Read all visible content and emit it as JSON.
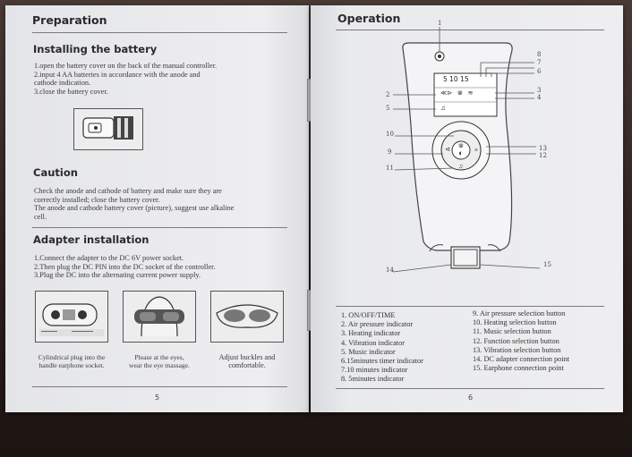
{
  "left_page": {
    "title": "Preparation",
    "battery": {
      "heading": "Installing the battery",
      "lines": [
        "1.open the battery cover on the back of the manual controller.",
        "2.input 4 AA batteries in accordance with the anode and",
        "cathode indication.",
        "3.close the battery cover."
      ]
    },
    "caution": {
      "heading": "Caution",
      "lines": [
        "Check the anode and cathode of battery and make sure they are",
        "correctly installed; close the battery cover.",
        "The anode and cathode battery cover (picture), suggest use alkaline",
        "cell."
      ]
    },
    "adapter": {
      "heading": "Adapter installation",
      "lines": [
        "1.Connect the adapter to the DC 6V power socket.",
        "2.Then plug the DC PIN into the DC socket of the controller.",
        "3.Plug the DC into the alternating current power supply."
      ],
      "captions": [
        [
          "Cylindrical plug into the",
          "handle earphone socket."
        ],
        [
          "Please at the eyes,",
          "wear the eye massage."
        ],
        [
          "Adjust buckles and",
          "comfortable."
        ]
      ]
    },
    "page_number": "5"
  },
  "right_page": {
    "title": "Operation",
    "device": {
      "display_numbers": "5  10  15",
      "callouts": [
        "1",
        "2",
        "3",
        "4",
        "5",
        "6",
        "7",
        "8",
        "9",
        "10",
        "11",
        "12",
        "13",
        "14",
        "15"
      ]
    },
    "legend_left": [
      "1. ON/OFF/TIME",
      "2. Air pressure indicator",
      "3. Heating indicator",
      "4. Vibration indicator",
      "5. Music indicator",
      "6.15minutes timer indicator",
      "7.10 minutes indicator",
      "8. 5minutes indicator"
    ],
    "legend_right": [
      "9. Air pressure selection button",
      "10. Heating selection button",
      "11. Music selection button",
      "12. Function selection button",
      "13. Vibration selection button",
      "14. DC adapter connection point",
      "15. Earphone connection point"
    ],
    "page_number": "6"
  },
  "colors": {
    "paper": "#eceef0",
    "ink": "#2a2a2e",
    "background": "#2a1e1b"
  }
}
